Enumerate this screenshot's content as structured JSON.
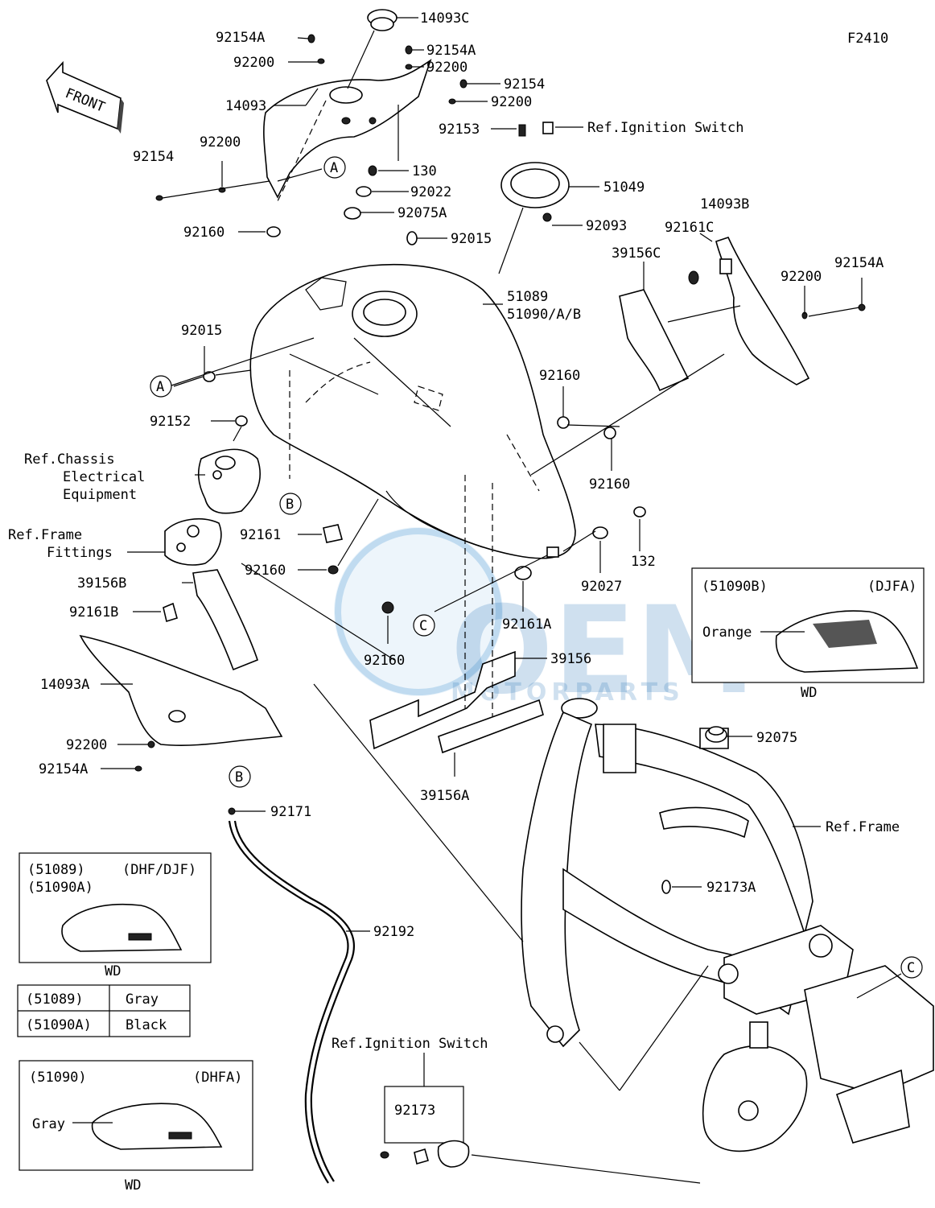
{
  "figure_code": "F2410",
  "front_arrow_label": "FRONT",
  "watermark": {
    "brand": "OEM",
    "sub": "MOTORPARTS"
  },
  "callouts": {
    "c14093C": "14093C",
    "c92154A_1": "92154A",
    "c92154A_2": "92154A",
    "c92200_1": "92200",
    "c92200_2": "92200",
    "c92154_1": "92154",
    "c14093": "14093",
    "c92200_3": "92200",
    "c92153": "92153",
    "refIgnition1": "Ref.Ignition Switch",
    "c92154_2": "92154",
    "c92200_4": "92200",
    "c130": "130",
    "c51049": "51049",
    "c92022": "92022",
    "c14093B": "14093B",
    "c92075A": "92075A",
    "c92093": "92093",
    "c92161C": "92161C",
    "c92160_1": "92160",
    "c92015_1": "92015",
    "c92154A_3": "92154A",
    "c39156C": "39156C",
    "c92200_5": "92200",
    "c51089": "51089",
    "c51090AB": "51090/A/B",
    "c92015_2": "92015",
    "c92160_2": "92160",
    "c92152": "92152",
    "refChassis1": "Ref.Chassis",
    "refChassis2": "Electrical",
    "refChassis3": "Equipment",
    "c92160_3": "92160",
    "refFrameFit1": "Ref.Frame",
    "refFrameFit2": "Fittings",
    "c92161": "92161",
    "c132": "132",
    "c92160_4": "92160",
    "c92027": "92027",
    "c39156B": "39156B",
    "c92161A": "92161A",
    "c92161B": "92161B",
    "c92160_5": "92160",
    "c39156": "39156",
    "c14093A": "14093A",
    "c92200_6": "92200",
    "c92154A_4": "92154A",
    "c92075": "92075",
    "c39156A": "39156A",
    "c92171": "92171",
    "refFrame": "Ref.Frame",
    "c92173A": "92173A",
    "c92192": "92192",
    "refIgnition2": "Ref.Ignition Switch",
    "c92173": "92173"
  },
  "ref_letters": {
    "A": "A",
    "B": "B",
    "C": "C"
  },
  "inset_dhf": {
    "codes": "(51089)",
    "models": "(DHF/DJF)",
    "codes2": "(51090A)",
    "caption": "WD"
  },
  "color_table": [
    {
      "code": "(51089)",
      "color": "Gray"
    },
    {
      "code": "(51090A)",
      "color": "Black"
    }
  ],
  "inset_dhfa": {
    "code": "(51090)",
    "model": "(DHFA)",
    "color": "Gray",
    "caption": "WD"
  },
  "inset_djfa": {
    "code": "(51090B)",
    "model": "(DJFA)",
    "color": "Orange",
    "caption": "WD"
  }
}
